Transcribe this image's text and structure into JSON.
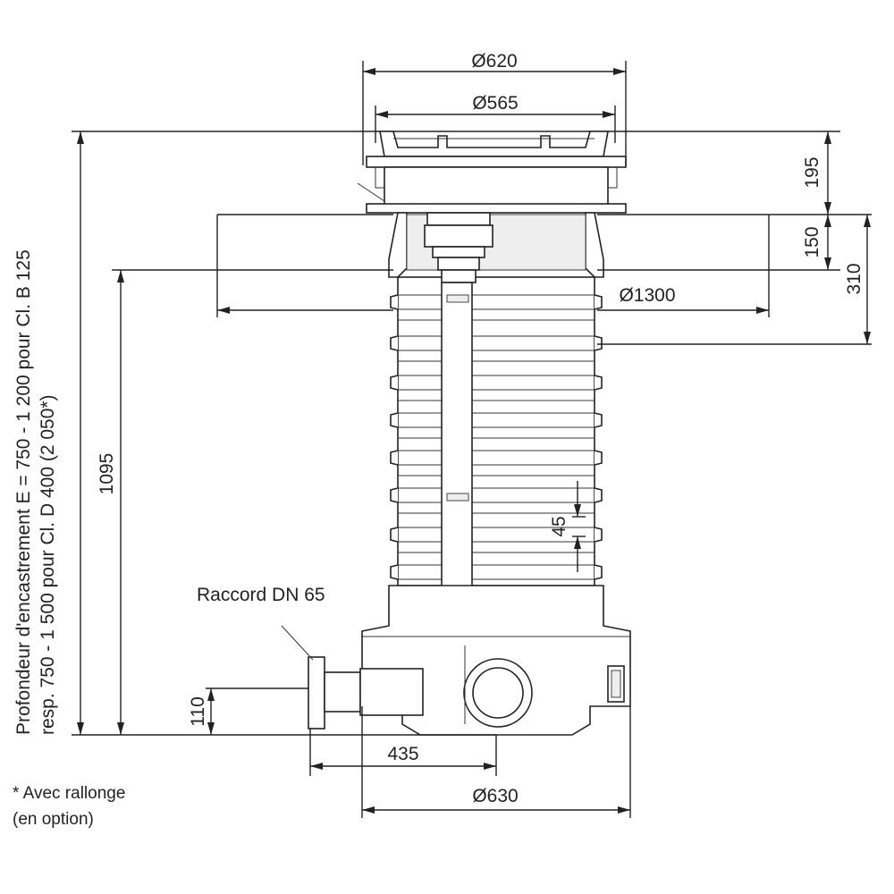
{
  "dimensions": {
    "d620": "Ø620",
    "d565": "Ø565",
    "h195": "195",
    "h150": "150",
    "h310": "310",
    "d1300": "Ø1300",
    "h1095": "1095",
    "h45": "45",
    "h110": "110",
    "w435": "435",
    "d630": "Ø630"
  },
  "labels": {
    "raccord": "Raccord DN 65",
    "depth_line1": "Profondeur d'encastrement E = 750 - 1 200 pour Cl. B 125",
    "depth_line2": "resp. 750 - 1 500 pour  Cl. D 400 (2 050*)",
    "footnote_line1": "* Avec rallonge",
    "footnote_line2": "(en option)"
  }
}
